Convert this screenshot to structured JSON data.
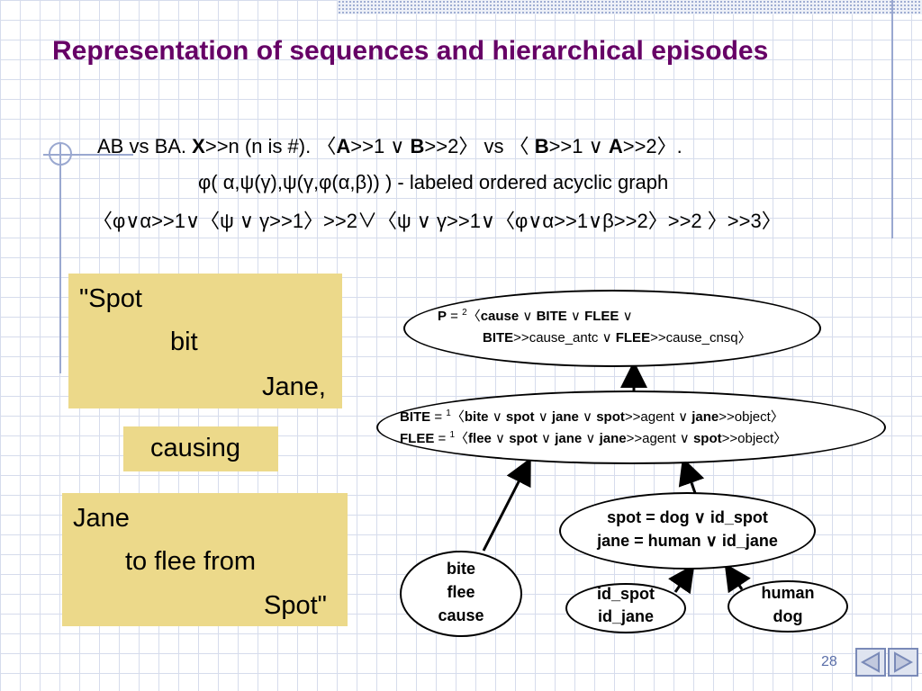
{
  "slide": {
    "title": "Representation of sequences and hierarchical episodes",
    "line1": "AB vs BA. X>>n (n is #). 〈A>>1 ∨ B>>2〉 vs 〈 B>>1 ∨ A>>2〉.",
    "line2_formula": "φ( α,ψ(γ),ψ(γ,φ(α,β)) ) -",
    "line2_label": " labeled ordered acyclic graph",
    "line3": "〈φ∨α>>1∨〈ψ ∨ γ>>1〉>>2∨〈ψ ∨ γ>>1∨〈φ∨α>>1∨β>>2〉>>2 〉>>3〉",
    "quote_box1": [
      "\"Spot",
      "bit",
      "Jane,"
    ],
    "quote_box2": "causing",
    "quote_box3": [
      "Jane",
      "to flee from",
      "Spot\""
    ],
    "graph": {
      "p_node": {
        "line1": "P = 2〈cause ∨ BITE ∨ FLEE ∨",
        "line2": "BITE>>cause_antc ∨ FLEE>>cause_cnsq〉"
      },
      "bite_flee_node": {
        "line1": "BITE = 1〈bite ∨ spot ∨ jane ∨ spot>>agent ∨ jane>>object〉",
        "line2": "FLEE = 1〈flee ∨ spot ∨ jane ∨ jane>>agent ∨ spot>>object〉"
      },
      "spot_jane_node": [
        "spot = dog ∨ id_spot",
        "jane = human ∨ id_jane"
      ],
      "bite_node": [
        "bite",
        "flee",
        "cause"
      ],
      "id_node": [
        "id_spot",
        "id_jane"
      ],
      "human_node": [
        "human",
        "dog"
      ]
    },
    "page_number": "28"
  },
  "icons": [
    "prev-slide-icon",
    "next-slide-icon"
  ],
  "colors": {
    "title": "#660066",
    "box": "#ecd98a",
    "accent": "#9aa8d0"
  }
}
